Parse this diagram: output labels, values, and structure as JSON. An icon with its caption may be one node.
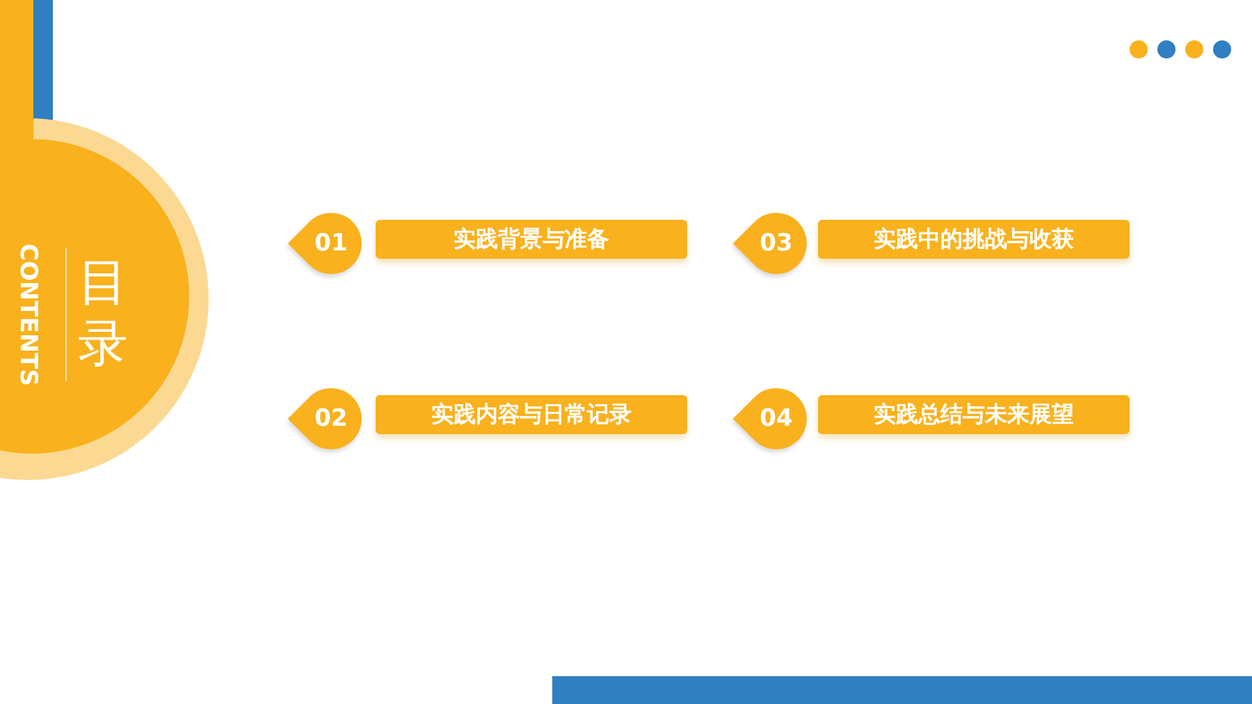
{
  "diagram": {
    "nodes": [
      {
        "text": [
          "目录",
          "CONTENTS"
        ]
      },
      {
        "text": [
          "01"
        ]
      },
      {
        "text": [
          "实践背景与准备"
        ]
      },
      {
        "text": [
          "03"
        ]
      },
      {
        "text": [
          "实践中的挑战与收获"
        ]
      },
      {
        "text": [
          "02"
        ]
      },
      {
        "text": [
          "实践内容与日常记录"
        ]
      },
      {
        "text": [
          "04"
        ]
      },
      {
        "text": [
          "实践总结与未来展望"
        ]
      }
    ],
    "edges": []
  }
}
